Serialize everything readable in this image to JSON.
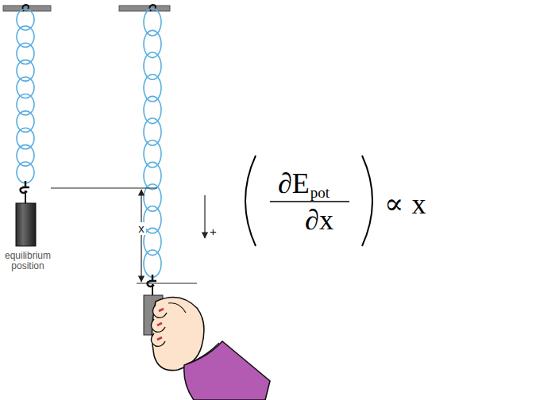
{
  "diagram": {
    "labels": [
      "equilibrium position",
      "x",
      "+",
      "∂E",
      "pot",
      "∂x",
      "∝",
      "x"
    ]
  }
}
